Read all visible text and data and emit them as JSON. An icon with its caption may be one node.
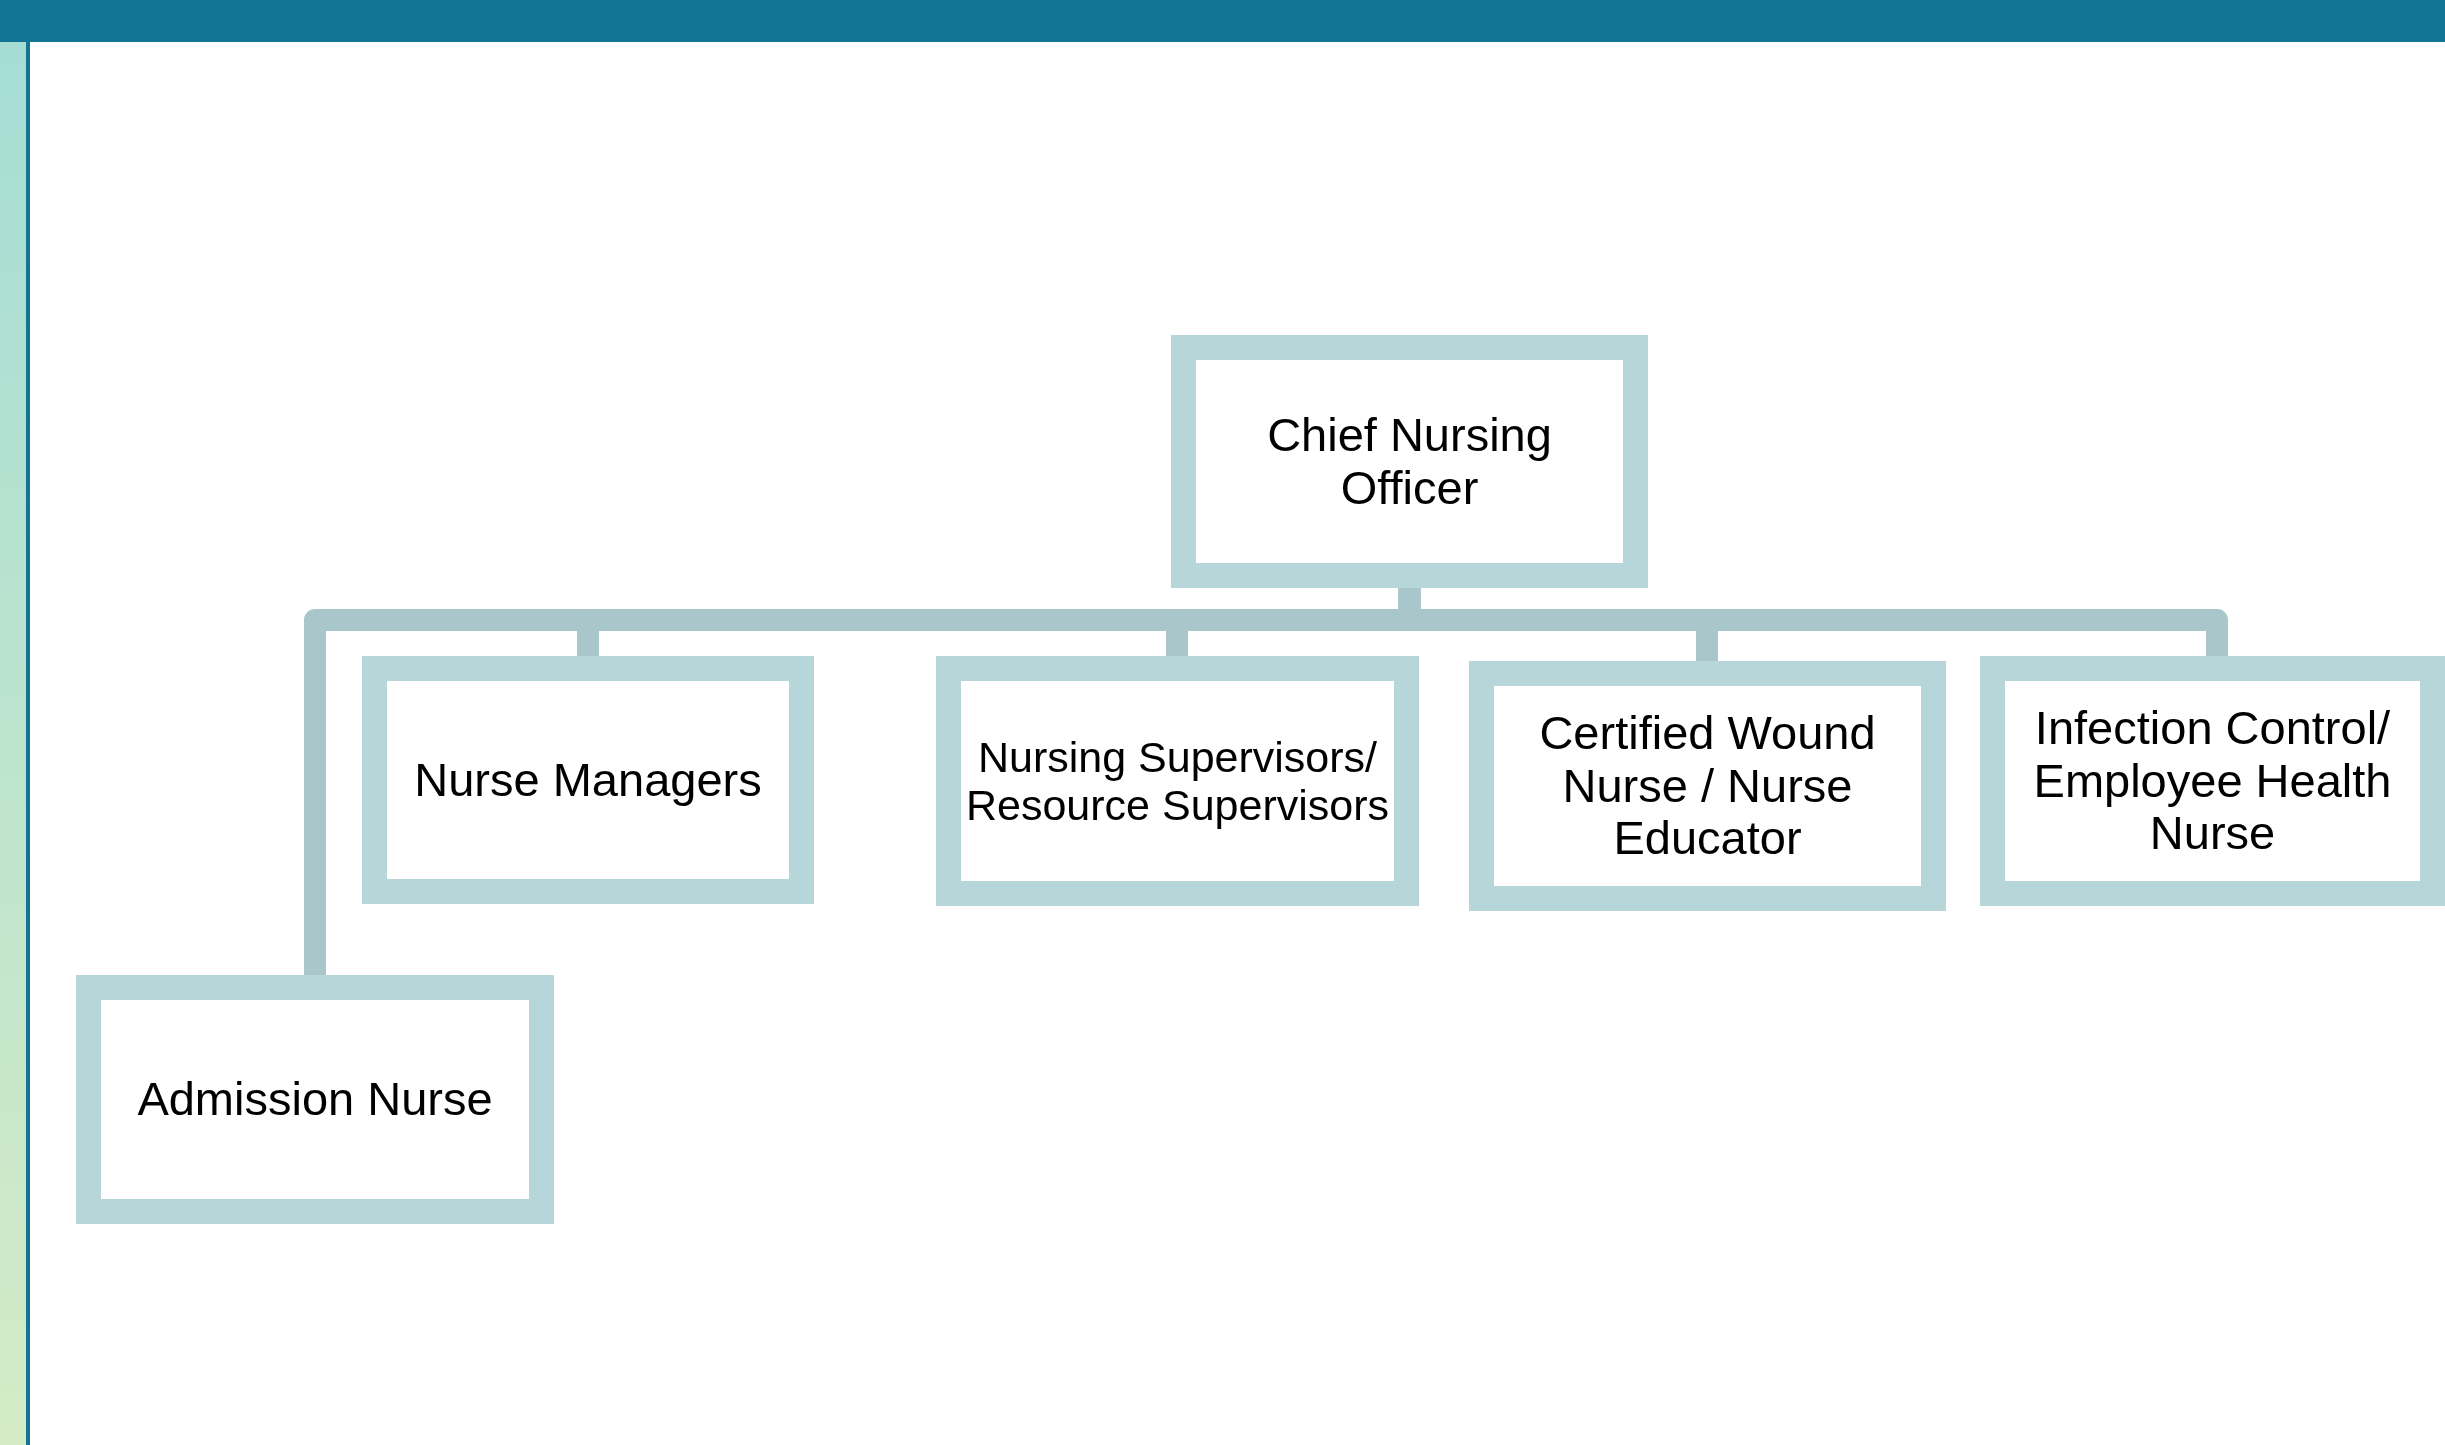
{
  "diagram": {
    "nodes": [
      {
        "text": [
          "Chief Nursing Officer"
        ]
      },
      {
        "text": [
          "Nurse Managers"
        ]
      },
      {
        "text": [
          "Nursing Supervisors/ Resource Supervisors"
        ]
      },
      {
        "text": [
          "Certified Wound Nurse / Nurse Educator"
        ]
      },
      {
        "text": [
          "Infection Control/ Employee Health Nurse"
        ]
      },
      {
        "text": [
          "Admission Nurse"
        ]
      }
    ],
    "edges": [
      {
        "from": 0,
        "to": 1,
        "arrow": "none"
      },
      {
        "from": 0,
        "to": 2,
        "arrow": "none"
      },
      {
        "from": 0,
        "to": 3,
        "arrow": "none"
      },
      {
        "from": 0,
        "to": 4,
        "arrow": "none"
      },
      {
        "from": 1,
        "to": 5,
        "arrow": "none"
      }
    ]
  }
}
